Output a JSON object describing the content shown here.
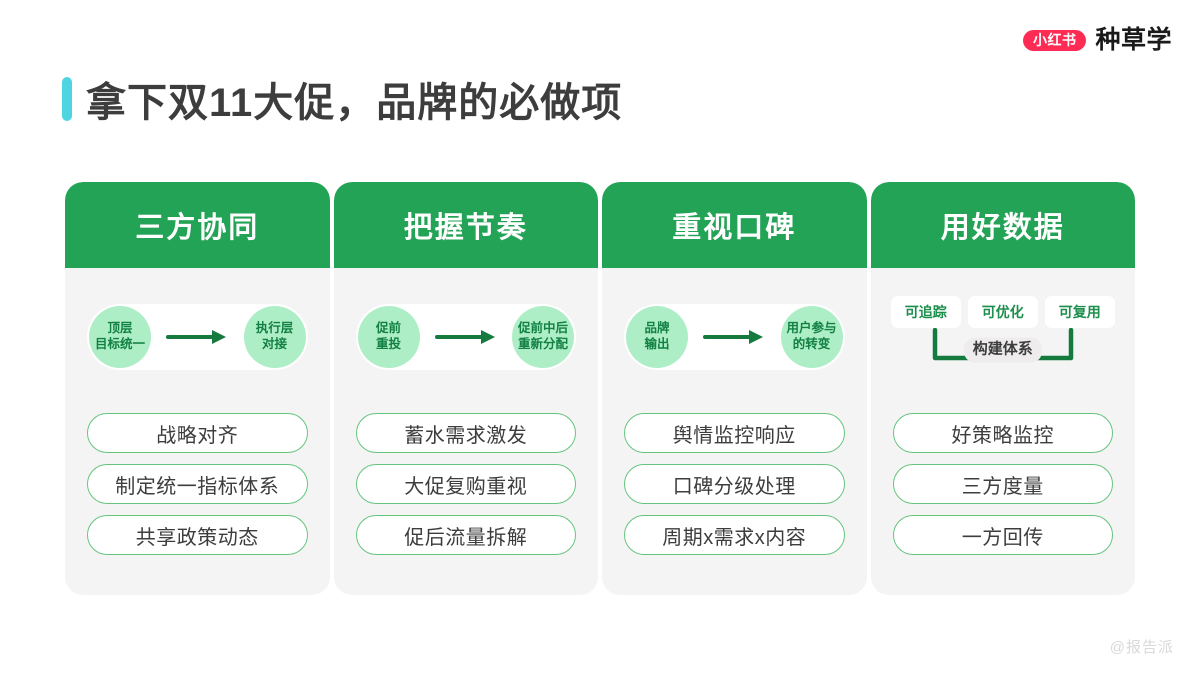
{
  "brand": {
    "badge": "小红书",
    "name": "种草学"
  },
  "title": {
    "text": "拿下双11大促，品牌的必做项",
    "accent_color": "#4dd6e2"
  },
  "colors": {
    "header_green": "#23a355",
    "node_green": "#aeeec6",
    "node_text_green": "#128043",
    "pill_border": "#66c47f",
    "card_body_gray": "#f4f4f4",
    "text_dark": "#3d3d3d",
    "brand_red": "#fe2c55"
  },
  "cards": [
    {
      "title": "三方协同",
      "diagram_type": "flow",
      "flow": {
        "from": [
          "顶层",
          "目标统一"
        ],
        "to": [
          "执行层",
          "对接"
        ]
      },
      "pills": [
        "战略对齐",
        "制定统一指标体系",
        "共享政策动态"
      ]
    },
    {
      "title": "把握节奏",
      "diagram_type": "flow",
      "flow": {
        "from": [
          "促前",
          "重投"
        ],
        "to": [
          "促前中后",
          "重新分配"
        ]
      },
      "pills": [
        "蓄水需求激发",
        "大促复购重视",
        "促后流量拆解"
      ]
    },
    {
      "title": "重视口碑",
      "diagram_type": "flow",
      "flow": {
        "from": [
          "品牌",
          "输出"
        ],
        "to": [
          "用户参与",
          "的转变"
        ]
      },
      "pills": [
        "舆情监控响应",
        "口碑分级处理",
        "周期x需求x内容"
      ]
    },
    {
      "title": "用好数据",
      "diagram_type": "matrix",
      "matrix": {
        "boxes": [
          "可追踪",
          "可优化",
          "可复用"
        ],
        "label": "构建体系"
      },
      "pills": [
        "好策略监控",
        "三方度量",
        "一方回传"
      ]
    }
  ],
  "watermark": "@报告派"
}
